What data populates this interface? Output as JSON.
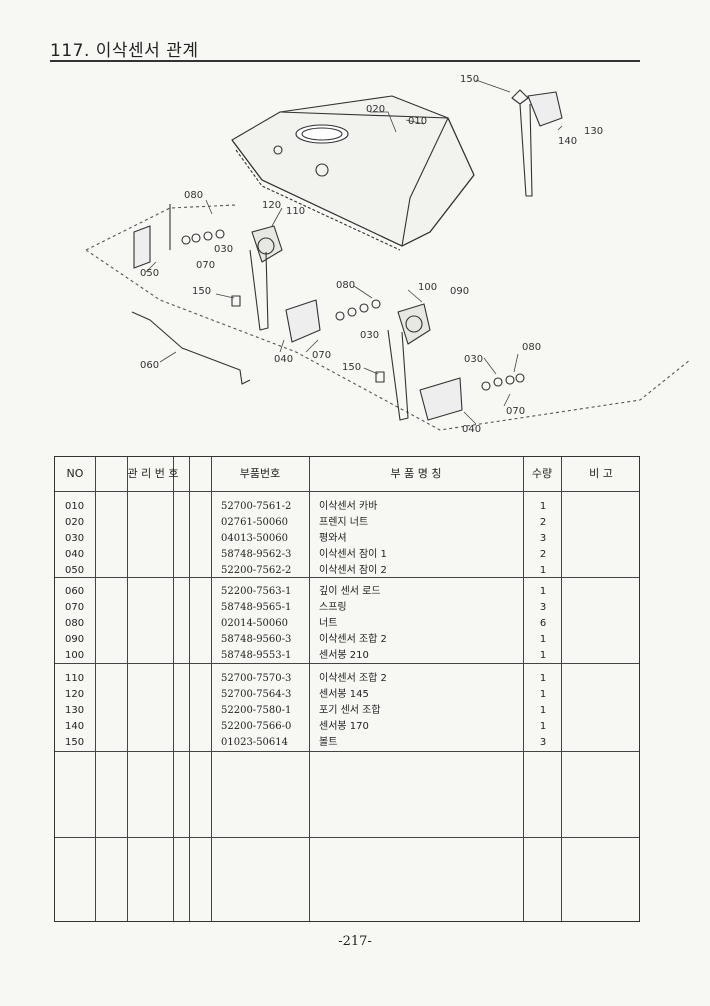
{
  "page": {
    "title": "117. 이삭센서 관계",
    "page_number": "-217-"
  },
  "diagram": {
    "callouts": [
      "010",
      "020",
      "030",
      "040",
      "050",
      "060",
      "070",
      "080",
      "090",
      "100",
      "110",
      "120",
      "130",
      "140",
      "150"
    ]
  },
  "table": {
    "headers": {
      "no": "NO",
      "control": "관 리 번 호",
      "part_no": "부품번호",
      "name": "부 품 명 칭",
      "qty": "수량",
      "remark": "비 고"
    },
    "groups": [
      [
        {
          "no": "010",
          "part_no": "52700-7561-2",
          "name": "이삭센서 카바",
          "qty": "1"
        },
        {
          "no": "020",
          "part_no": "02761-50060",
          "name": "프렌지 너트",
          "qty": "2"
        },
        {
          "no": "030",
          "part_no": "04013-50060",
          "name": "평와셔",
          "qty": "3"
        },
        {
          "no": "040",
          "part_no": "58748-9562-3",
          "name": "이삭센서 잠이 1",
          "qty": "2"
        },
        {
          "no": "050",
          "part_no": "52200-7562-2",
          "name": "이삭센서 잠이 2",
          "qty": "1"
        }
      ],
      [
        {
          "no": "060",
          "part_no": "52200-7563-1",
          "name": "깊이 센서 로드",
          "qty": "1"
        },
        {
          "no": "070",
          "part_no": "58748-9565-1",
          "name": "스프링",
          "qty": "3"
        },
        {
          "no": "080",
          "part_no": "02014-50060",
          "name": "너트",
          "qty": "6"
        },
        {
          "no": "090",
          "part_no": "58748-9560-3",
          "name": "이삭센서 조합 2",
          "qty": "1"
        },
        {
          "no": "100",
          "part_no": "58748-9553-1",
          "name": "센서봉 210",
          "qty": "1"
        }
      ],
      [
        {
          "no": "110",
          "part_no": "52700-7570-3",
          "name": "이삭센서 조합 2",
          "qty": "1"
        },
        {
          "no": "120",
          "part_no": "52700-7564-3",
          "name": "센서봉 145",
          "qty": "1"
        },
        {
          "no": "130",
          "part_no": "52200-7580-1",
          "name": "포기 센서 조합",
          "qty": "1"
        },
        {
          "no": "140",
          "part_no": "52200-7566-0",
          "name": "센서봉 170",
          "qty": "1"
        },
        {
          "no": "150",
          "part_no": "01023-50614",
          "name": "볼트",
          "qty": "3"
        }
      ]
    ]
  }
}
